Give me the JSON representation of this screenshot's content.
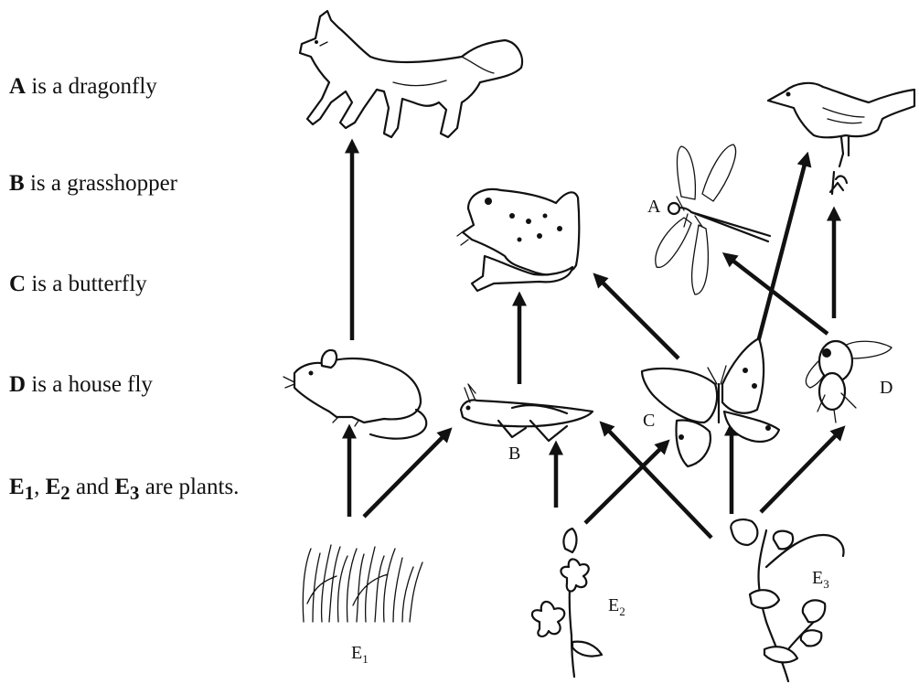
{
  "legend": {
    "a": {
      "key": "A",
      "text": " is a dragonfly"
    },
    "b": {
      "key": "B",
      "text": " is a grasshopper"
    },
    "c": {
      "key": "C",
      "text": " is a butterfly"
    },
    "d": {
      "key": "D",
      "text": " is a house fly"
    },
    "e": {
      "key1": "E",
      "sub1": "1",
      "sep1": ", ",
      "key2": "E",
      "sub2": "2",
      "sep2": " and ",
      "key3": "E",
      "sub3": "3",
      "text": " are plants."
    }
  },
  "labels": {
    "a": "A",
    "b": "B",
    "c": "C",
    "d": "D",
    "e1": "E",
    "e1_sub": "1",
    "e2": "E",
    "e2_sub": "2",
    "e3": "E",
    "e3_sub": "3"
  },
  "icons": [
    "fox-icon",
    "bird-icon",
    "frog-icon",
    "dragonfly-icon",
    "mouse-icon",
    "grasshopper-icon",
    "butterfly-icon",
    "housefly-icon",
    "grass-icon",
    "flower-icon",
    "vine-plant-icon"
  ]
}
